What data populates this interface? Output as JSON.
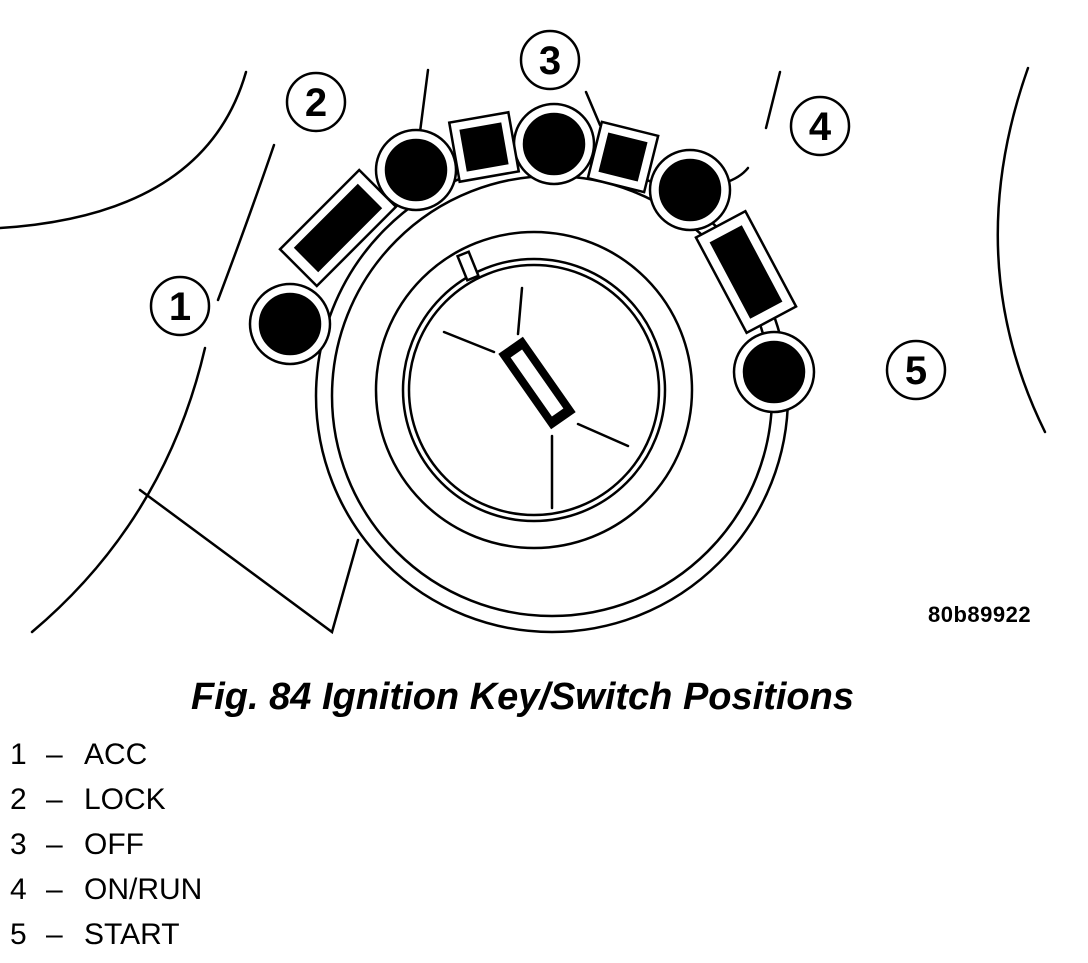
{
  "figure": {
    "code": "80b89922",
    "caption": "Fig. 84 Ignition Key/Switch Positions"
  },
  "callouts": [
    {
      "number": "1",
      "label": "ACC"
    },
    {
      "number": "2",
      "label": "LOCK"
    },
    {
      "number": "3",
      "label": "OFF"
    },
    {
      "number": "4",
      "label": "ON/RUN"
    },
    {
      "number": "5",
      "label": "START"
    }
  ],
  "legend_separator": "–"
}
